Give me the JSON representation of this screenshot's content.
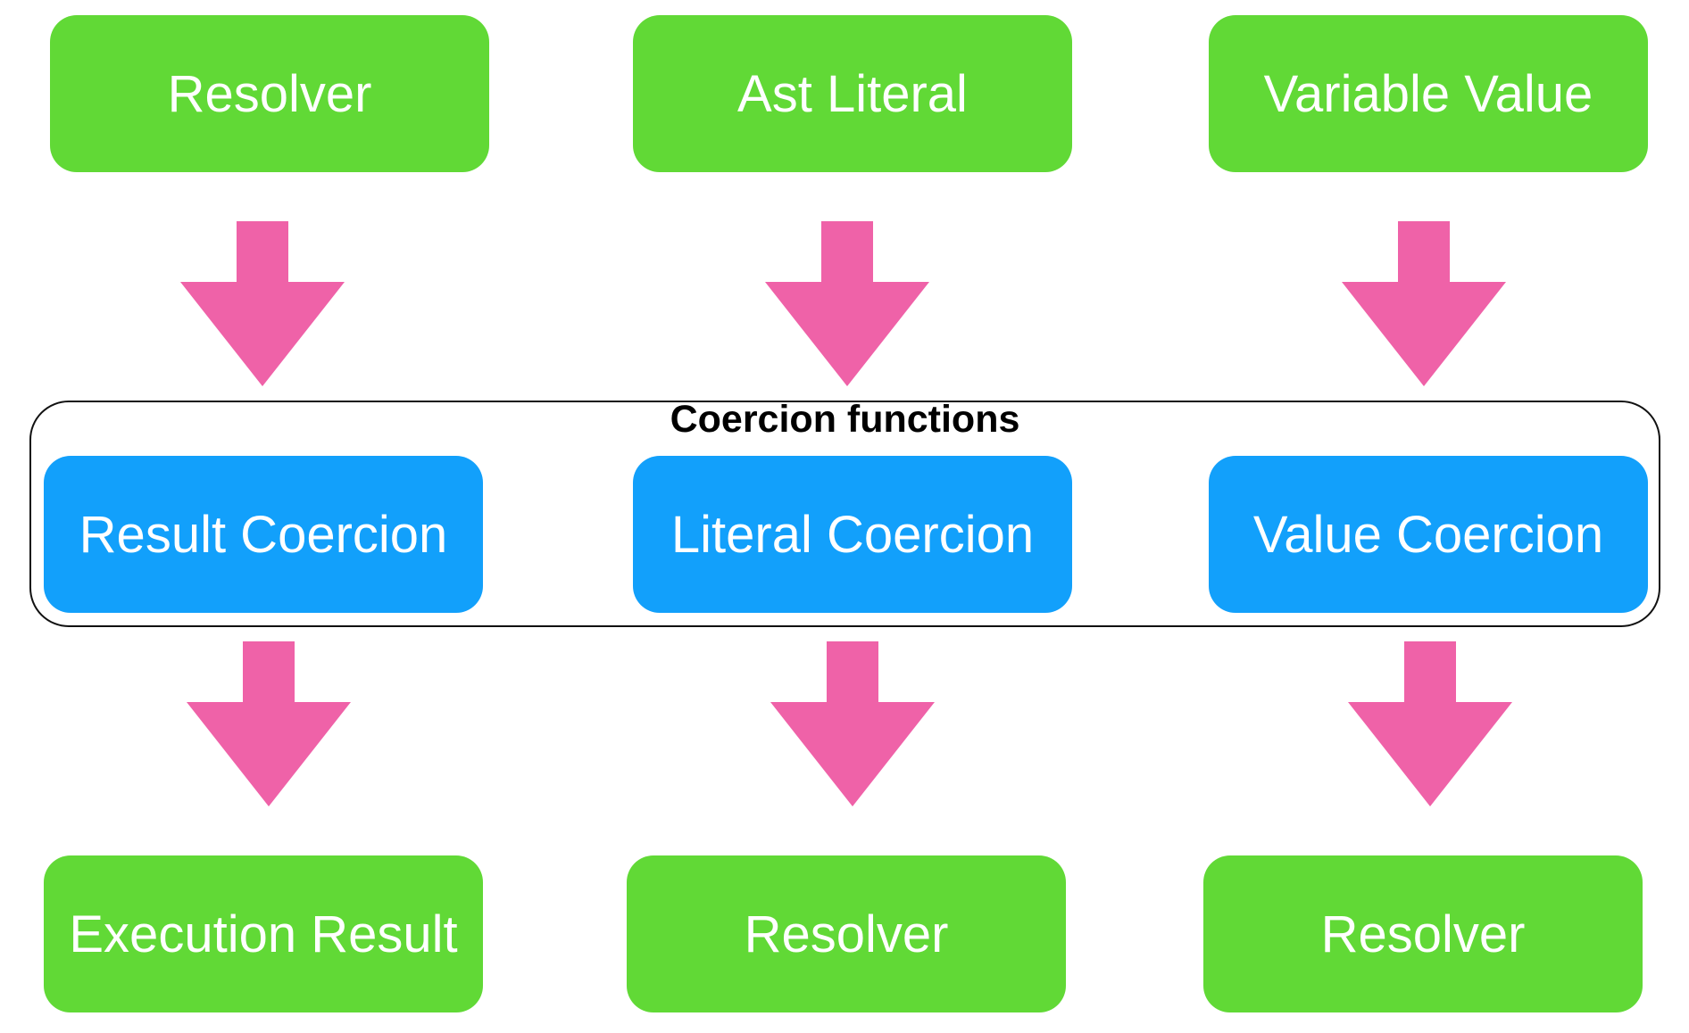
{
  "colors": {
    "source_box": "#61d936",
    "coercion_box": "#12a0fb",
    "arrow": "#ef62a8",
    "group_border": "#111111"
  },
  "group": {
    "title": "Coercion functions"
  },
  "columns": [
    {
      "source": "Resolver",
      "coercion": "Result Coercion",
      "target": "Execution Result"
    },
    {
      "source": "Ast Literal",
      "coercion": "Literal Coercion",
      "target": "Resolver"
    },
    {
      "source": "Variable Value",
      "coercion": "Value Coercion",
      "target": "Resolver"
    }
  ]
}
